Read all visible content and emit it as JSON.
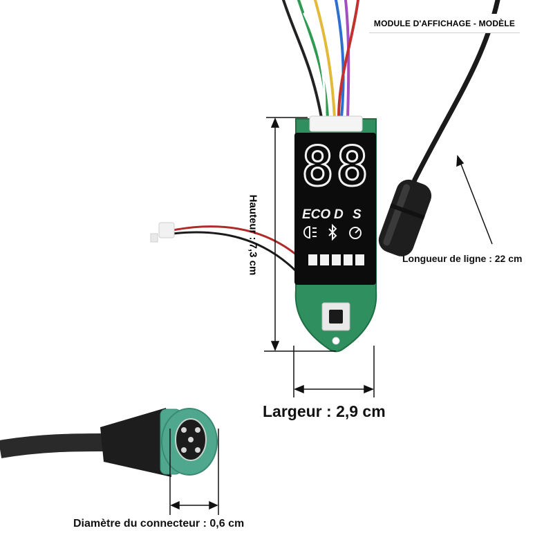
{
  "header": {
    "title": "MODULE D'AFFICHAGE - MODÈLE"
  },
  "dimensions": {
    "height_label": "Hauteur : 7,3 cm",
    "width_label": "Largeur : 2,9 cm",
    "cable_label": "Longueur de ligne : 22 cm",
    "connector_label": "Diamètre du connecteur : 0,6 cm"
  },
  "display": {
    "digits": [
      "8",
      "8"
    ],
    "modes": [
      "ECO",
      "D",
      "S"
    ],
    "icons": [
      "headlight-icon",
      "bluetooth-icon",
      "speedometer-icon"
    ],
    "battery_segments": 5
  },
  "colors": {
    "pcb": "#2f8f5e",
    "screen": "#0c0c0c",
    "connector": "#4fa88e",
    "cable": "#1a1a1a"
  }
}
